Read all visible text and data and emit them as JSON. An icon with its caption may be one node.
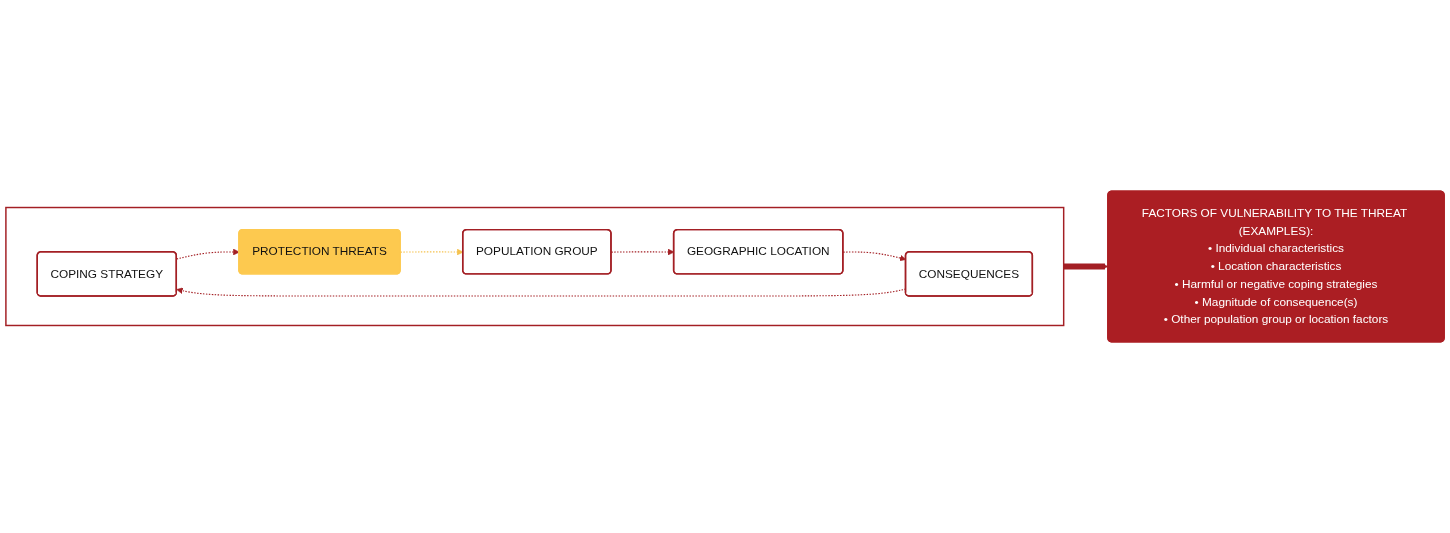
{
  "diagram": {
    "nodes": [
      {
        "text": [],
        "shape": "box"
      },
      {
        "text": [
          "COPING STRATEGY"
        ],
        "in": 0
      },
      {
        "text": [
          "PROTECTION THREATS"
        ],
        "in": 0
      },
      {
        "text": [
          "CONSEQUENCES"
        ],
        "in": 0
      },
      {
        "text": [
          "POPULATION GROUP"
        ],
        "in": 0
      },
      {
        "text": [
          "GEOGRAPHIC LOCATION"
        ],
        "in": 0
      },
      {
        "text": [
          "FACTORS OF VULNERABILITY TO THE THREAT (EXAMPLES):",
          "• Individual characteristics",
          "• Location characteristics",
          "• Harmful or negative coping strategies",
          "• Magnitude of consequence(s)",
          "• Other population group or location factors"
        ]
      }
    ],
    "edges": [
      {
        "from": 1,
        "to": 2,
        "arrow": "to",
        "style": "dashed"
      },
      {
        "from": 2,
        "to": 4,
        "arrow": "to",
        "style": "dashed",
        "color": "#f5c24f"
      },
      {
        "from": 4,
        "to": 5,
        "arrow": "to",
        "style": "dashed"
      },
      {
        "from": 5,
        "to": 3,
        "arrow": "to",
        "style": "dashed"
      },
      {
        "from": 3,
        "to": 1,
        "arrow": "to",
        "style": "dashed"
      },
      {
        "from": 0,
        "to": 6,
        "arrow": "to",
        "style": "thick"
      }
    ]
  }
}
